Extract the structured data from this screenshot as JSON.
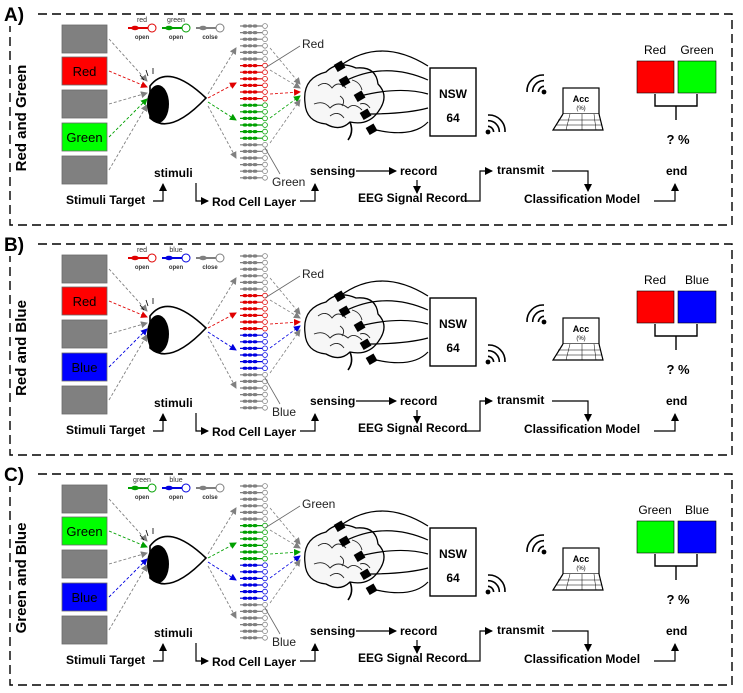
{
  "panels": [
    {
      "letter": "A)",
      "title": "Red and Green",
      "stimuli": [
        {
          "label": "",
          "color": "#808080"
        },
        {
          "label": "Red",
          "color": "#ff0000"
        },
        {
          "label": "",
          "color": "#808080"
        },
        {
          "label": "Green",
          "color": "#00ff00"
        },
        {
          "label": "",
          "color": "#808080"
        }
      ],
      "legend": [
        {
          "name": "red",
          "state": "open",
          "color": "#e00000"
        },
        {
          "name": "green",
          "state": "open",
          "color": "#00a000"
        },
        {
          "name": "",
          "state": "colse",
          "color": "#808080"
        }
      ],
      "rod_top_label": "Red",
      "rod_bottom_label": "Green",
      "rod_groups": [
        "#808080",
        "#e00000",
        "#00a000",
        "#808080"
      ],
      "nsw": [
        "NSW",
        "64"
      ],
      "acc": [
        "Acc",
        "(%)"
      ],
      "result_labels": [
        "Red",
        "Green"
      ],
      "result_colors": [
        "#ff0000",
        "#00ff00"
      ],
      "result_text": "? %",
      "flow": {
        "stimuli_target": "Stimuli Target",
        "stimuli": "stimuli",
        "rod_layer": "Rod Cell Layer",
        "sensing": "sensing",
        "record": "record",
        "eeg": "EEG Signal Record",
        "transmit": "transmit",
        "model": "Classification Model",
        "end": "end"
      }
    },
    {
      "letter": "B)",
      "title": "Red and Blue",
      "stimuli": [
        {
          "label": "",
          "color": "#808080"
        },
        {
          "label": "Red",
          "color": "#ff0000"
        },
        {
          "label": "",
          "color": "#808080"
        },
        {
          "label": "Blue",
          "color": "#0000ff"
        },
        {
          "label": "",
          "color": "#808080"
        }
      ],
      "legend": [
        {
          "name": "red",
          "state": "open",
          "color": "#e00000"
        },
        {
          "name": "blue",
          "state": "open",
          "color": "#0000e0"
        },
        {
          "name": "",
          "state": "close",
          "color": "#808080"
        }
      ],
      "rod_top_label": "Red",
      "rod_bottom_label": "Blue",
      "rod_groups": [
        "#808080",
        "#e00000",
        "#0000e0",
        "#808080"
      ],
      "nsw": [
        "NSW",
        "64"
      ],
      "acc": [
        "Acc",
        "(%)"
      ],
      "result_labels": [
        "Red",
        "Blue"
      ],
      "result_colors": [
        "#ff0000",
        "#0000ff"
      ],
      "result_text": "? %",
      "flow": {
        "stimuli_target": "Stimuli Target",
        "stimuli": "stimuli",
        "rod_layer": "Rod Cell Layer",
        "sensing": "sensing",
        "record": "record",
        "eeg": "EEG Signal Record",
        "transmit": "transmit",
        "model": "Classification Model",
        "end": "end"
      }
    },
    {
      "letter": "C)",
      "title": "Green and Blue",
      "stimuli": [
        {
          "label": "",
          "color": "#808080"
        },
        {
          "label": "Green",
          "color": "#00ff00"
        },
        {
          "label": "",
          "color": "#808080"
        },
        {
          "label": "Blue",
          "color": "#0000ff"
        },
        {
          "label": "",
          "color": "#808080"
        }
      ],
      "legend": [
        {
          "name": "green",
          "state": "open",
          "color": "#00a000"
        },
        {
          "name": "blue",
          "state": "open",
          "color": "#0000e0"
        },
        {
          "name": "",
          "state": "colse",
          "color": "#808080"
        }
      ],
      "rod_top_label": "Green",
      "rod_bottom_label": "Blue",
      "rod_groups": [
        "#808080",
        "#00a000",
        "#0000e0",
        "#808080"
      ],
      "nsw": [
        "NSW",
        "64"
      ],
      "acc": [
        "Acc",
        "(%)"
      ],
      "result_labels": [
        "Green",
        "Blue"
      ],
      "result_colors": [
        "#00ff00",
        "#0000ff"
      ],
      "result_text": "? %",
      "flow": {
        "stimuli_target": "Stimuli Target",
        "stimuli": "stimuli",
        "rod_layer": "Rod Cell Layer",
        "sensing": "sensing",
        "record": "record",
        "eeg": "EEG Signal Record",
        "transmit": "transmit",
        "model": "Classification Model",
        "end": "end"
      }
    }
  ]
}
